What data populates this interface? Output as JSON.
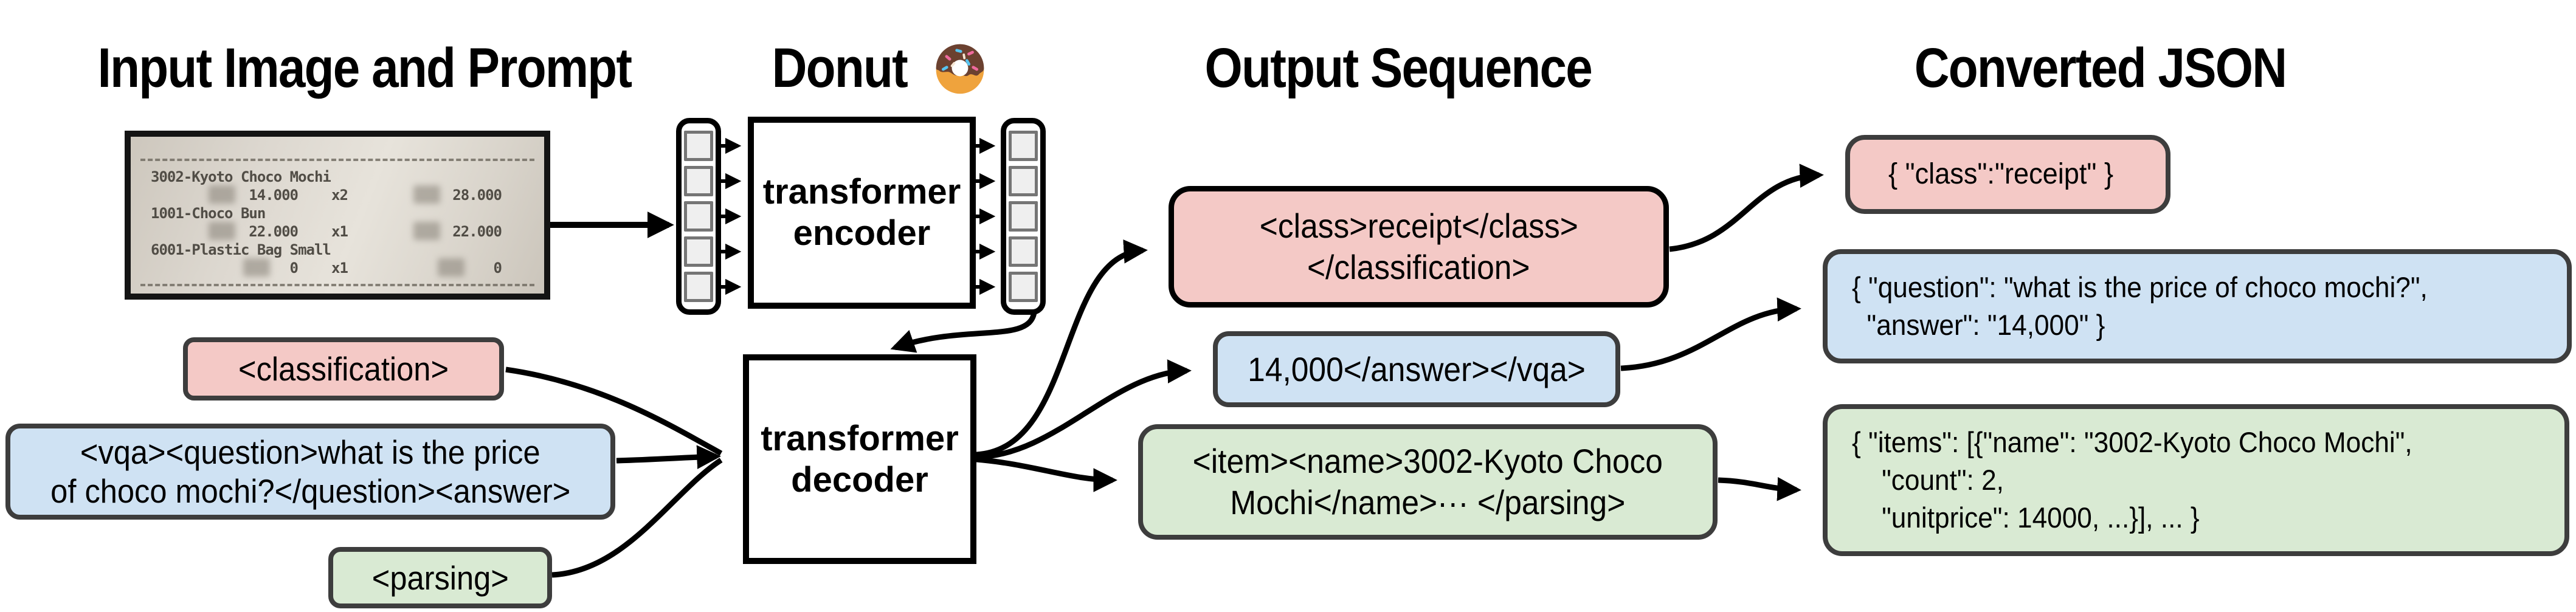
{
  "headings": {
    "input": "Input Image and Prompt",
    "model": "Donut",
    "model_icon": "donut-icon",
    "output": "Output Sequence",
    "json": "Converted JSON"
  },
  "receipt": {
    "items": [
      {
        "name": "3002-Kyoto Choco Mochi",
        "unit_price": "14.000",
        "qty": "x2",
        "total": "28.000"
      },
      {
        "name": "1001-Choco Bun",
        "unit_price": "22.000",
        "qty": "x1",
        "total": "22.000"
      },
      {
        "name": "6001-Plastic Bag Small",
        "unit_price": "0",
        "qty": "x1",
        "total": "0"
      }
    ]
  },
  "model": {
    "encoder": {
      "line1": "transformer",
      "line2": "encoder"
    },
    "decoder": {
      "line1": "transformer",
      "line2": "decoder"
    }
  },
  "prompts": {
    "classification": {
      "text": "<classification>"
    },
    "vqa": {
      "line1": "<vqa><question>what is the price",
      "line2": "of choco mochi?</question><answer>"
    },
    "parsing": {
      "text": "<parsing>"
    }
  },
  "outputs": {
    "classification": {
      "line1": "<class>receipt</class>",
      "line2": "</classification>"
    },
    "vqa": {
      "text": "14,000</answer></vqa>"
    },
    "parsing": {
      "line1": "<item><name>3002-Kyoto Choco",
      "line2": "Mochi</name>··· </parsing>"
    }
  },
  "converted": {
    "classification": {
      "text": "{ \"class\":\"receipt\" }"
    },
    "vqa": {
      "line1": "{ \"question\": \"what is the price of choco mochi?\",",
      "line2": "  \"answer\": \"14,000\" }"
    },
    "parsing": {
      "line1": "{ \"items\": [{\"name\": \"3002-Kyoto Choco Mochi\",",
      "line2": "    \"count\": 2,",
      "line3": "    \"unitprice\": 14000, ...}], ... }"
    }
  },
  "colors": {
    "pink": "#f4c9c6",
    "blue": "#cfe2f3",
    "green": "#d9ead3",
    "border": "#3d3d3d",
    "arrow": "#000000"
  }
}
